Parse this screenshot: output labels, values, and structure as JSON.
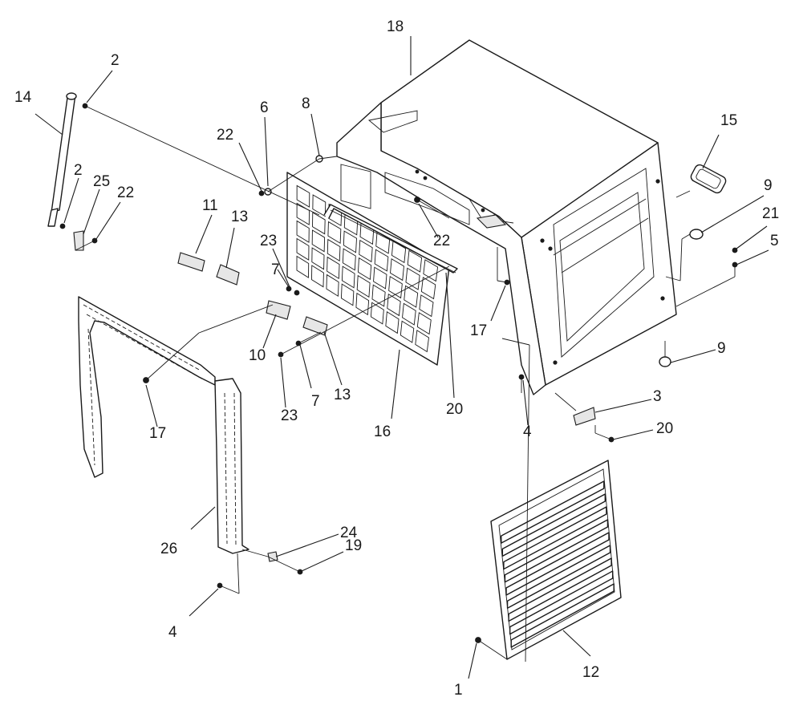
{
  "diagram": {
    "callouts": [
      "1",
      "2",
      "2",
      "3",
      "4",
      "4",
      "5",
      "6",
      "7",
      "7",
      "8",
      "9",
      "9",
      "10",
      "11",
      "12",
      "13",
      "13",
      "14",
      "15",
      "16",
      "17",
      "17",
      "18",
      "19",
      "20",
      "20",
      "21",
      "22",
      "22",
      "22",
      "23",
      "23",
      "24",
      "25",
      "26"
    ]
  }
}
